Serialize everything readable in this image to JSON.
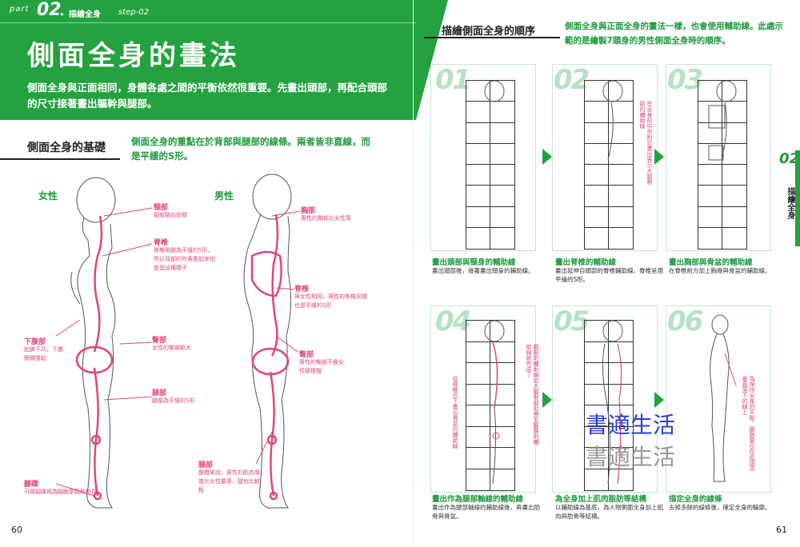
{
  "header": {
    "part_label": "part",
    "part_num": "02",
    "part_title": "描繪全身",
    "step": "step-02"
  },
  "title": "側面全身的畫法",
  "intro": "側面全身與正面相同，身體各處之間的平衡依然很重要。先畫出頭部，再配合頭部的尺寸接著畫出軀幹與腿部。",
  "left_section": {
    "title": "側面全身的基礎",
    "desc": "側面全身的重點在於背部與腿部的線條。兩者皆非直線，而是平緩的S形。",
    "female_label": "女性",
    "male_label": "男性",
    "female_annotations": [
      {
        "title": "頸部",
        "body": "頸部略向前傾"
      },
      {
        "title": "脊椎",
        "body": "脊椎稍微為平緩的S形，所以背部的外表看起來也是呈這種樣子"
      },
      {
        "title": "下腹部",
        "body": "肚臍下凹，下腹稍微隆起"
      },
      {
        "title": "臀部",
        "body": "女性的臀部較大"
      },
      {
        "title": "腿部",
        "body": "腿部為平緩的S形"
      },
      {
        "title": "腳踝",
        "body": "可將腳踝視為腳跟是鬆軟所在"
      }
    ],
    "male_annotations": [
      {
        "title": "胸部",
        "body": "男性的胸部比女性厚"
      },
      {
        "title": "脊椎",
        "body": "與女性相同，男性的脊椎同樣也是平緩的S形"
      },
      {
        "title": "臀部",
        "body": "男性的臀部不像女性那樣翹"
      },
      {
        "title": "腿部",
        "body": "整體來說，男性的肌肉厚度比女性要厚，腿也比較粗"
      }
    ]
  },
  "right_section": {
    "title": "描繪側面全身的順序",
    "desc": "側面全身與正面全身的畫法一樣，也會使用輔助線。此處示範的是繪製7頭身的男性側面全身時的順序。",
    "steps": [
      {
        "num": "01",
        "title": "畫出頭部與頸身的輔助線",
        "body": "畫出頭部後，接著畫出頸身的輔助線。",
        "note": ""
      },
      {
        "num": "02",
        "title": "畫出脊椎的輔助線",
        "body": "畫出延伸自頭部的脊椎輔助線。脊椎呈現平緩的S形。",
        "note": "在全身的中央附近畫出表示大腿根部的輔助線"
      },
      {
        "num": "03",
        "title": "畫出胸部與骨盆的輔助線",
        "body": "在脊椎前方加上胸骨與骨盆的輔助線。",
        "note": ""
      },
      {
        "num": "04",
        "title": "畫出作為腿部軸線的輔助線",
        "body": "畫出作為腿部軸線的輔助線後，再畫出肋骨與骨盆。",
        "note": "腿部的輔助線從大腿根部延伸至腳踝的輔助線就完成了",
        "note2": "從脊椎往下畫出骨盆的輔助線"
      },
      {
        "num": "05",
        "title": "為全身加上肌肉脂肪等結構",
        "body": "以輔助線為基底，為人物側面全身加上肌肉與肋骨等結構。",
        "note": ""
      },
      {
        "num": "06",
        "title": "描定全身的線條",
        "body": "去掉多餘的線條後，確定全身的輪廓。",
        "note": "為保持全身的平衡，腳跟要位在從頭頂垂直落下的線上"
      }
    ]
  },
  "side_tab": {
    "num": "02",
    "text": "描繪全身"
  },
  "page_left": "60",
  "page_right": "61",
  "watermark": "書適生活",
  "colors": {
    "accent": "#23a23f",
    "highlight": "#e0457b"
  }
}
